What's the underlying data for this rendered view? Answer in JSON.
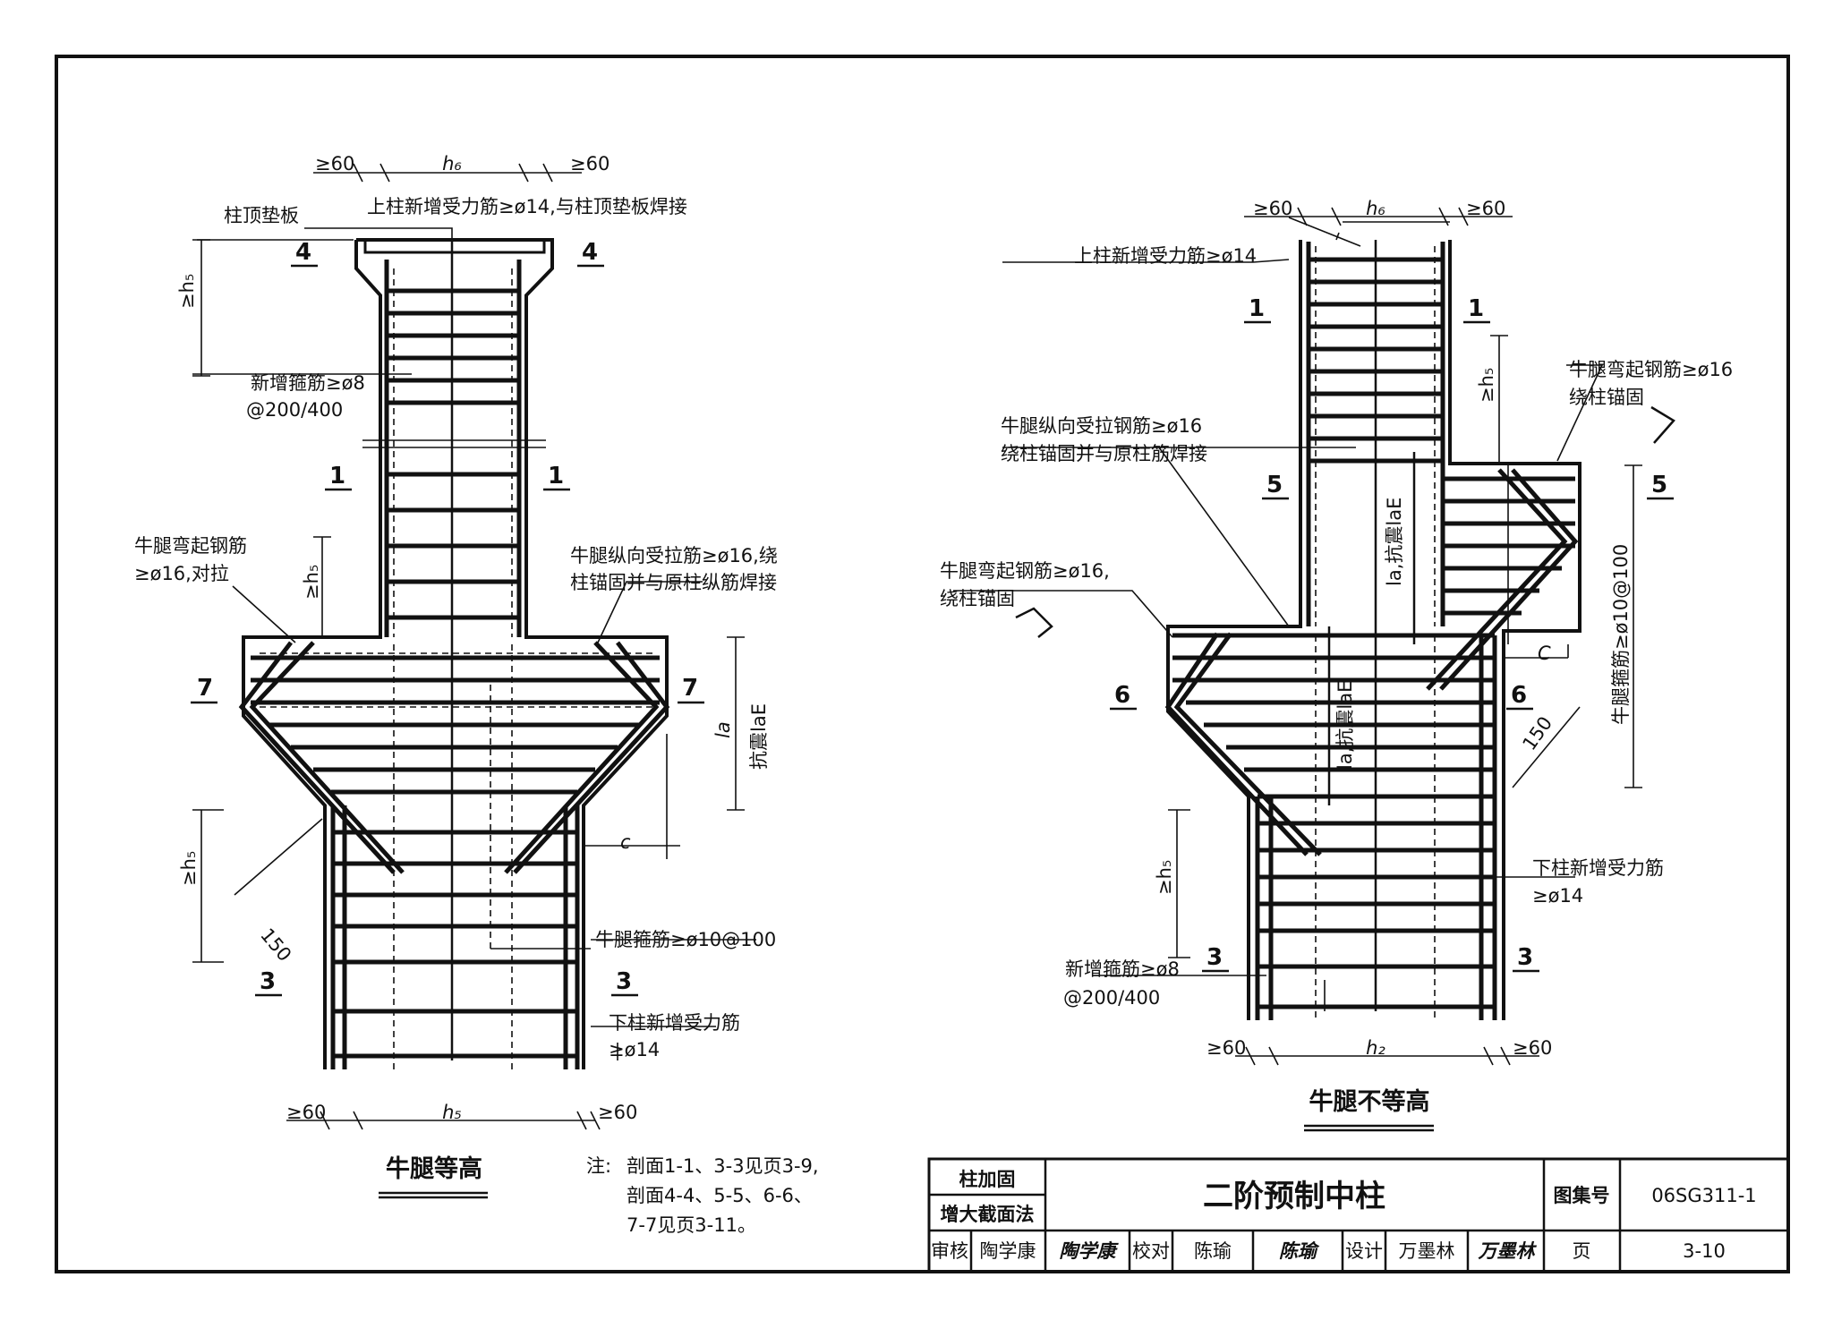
{
  "left": {
    "dim_top": [
      "≥60",
      "h₆",
      "≥60"
    ],
    "plate_label": "柱顶垫板",
    "upper_rebar": "上柱新增受力筋≥ø14,与柱顶垫板焊接",
    "stirrup_new": "新增箍筋≥ø8",
    "stirrup_spacing": "@200/400",
    "bent_bar_1": "牛腿弯起钢筋",
    "bent_bar_2": "≥ø16,对拉",
    "tension_bar_1": "牛腿纵向受拉筋≥ø16,绕",
    "tension_bar_2": "柱锚固并与原柱纵筋焊接",
    "corbel_stirrup": "牛腿箍筋≥ø10@100",
    "lower_rebar_1": "下柱新增受力筋",
    "lower_rebar_2": "≥ø14",
    "hs": "≥h₅",
    "la": "la",
    "la_seismic": "抗震laE",
    "c": "c",
    "dim150": "150",
    "dim_bottom": [
      "≥60",
      "h₅",
      "≥60"
    ],
    "sections": [
      "4",
      "4",
      "1",
      "1",
      "7",
      "7",
      "3",
      "3"
    ],
    "caption": "牛腿等高"
  },
  "right": {
    "dim_top": [
      "≥60",
      "h₆",
      "≥60"
    ],
    "upper_rebar": "上柱新增受力筋≥ø14",
    "tension_bar_1": "牛腿纵向受拉钢筋≥ø16",
    "tension_bar_2": "绕柱锚固并与原柱筋焊接",
    "bent_bar_right_1": "牛腿弯起钢筋≥ø16",
    "bent_bar_right_2": "绕柱锚固",
    "bent_bar_left_1": "牛腿弯起钢筋≥ø16,",
    "bent_bar_left_2": "绕柱锚固",
    "la_label": "la,抗震laE",
    "corbel_stirrup": "牛腿箍筋≥ø10@100",
    "c": "C",
    "dim150": "150",
    "hs": "≥h₅",
    "lower_rebar_1": "下柱新增受力筋",
    "lower_rebar_2": "≥ø14",
    "stirrup_new": "新增箍筋≥ø8",
    "stirrup_spacing": "@200/400",
    "dim_bottom": [
      "≥60",
      "h₂",
      "≥60"
    ],
    "sections": [
      "1",
      "1",
      "5",
      "5",
      "6",
      "6",
      "3",
      "3"
    ],
    "caption": "牛腿不等高"
  },
  "note": {
    "prefix": "注:",
    "lines": [
      "剖面1-1、3-3见页3-9,",
      "剖面4-4、5-5、6-6、",
      "7-7见页3-11。"
    ]
  },
  "title_block": {
    "category_1": "柱加固",
    "category_2": "增大截面法",
    "drawing_title": "二阶预制中柱",
    "atlas_label": "图集号",
    "atlas_no": "06SG311-1",
    "review_label": "审核",
    "reviewer": "陶学康",
    "reviewer_sig": "陶学康",
    "check_label": "校对",
    "checker": "陈瑜",
    "checker_sig": "陈瑜",
    "design_label": "设计",
    "designer": "万墨林",
    "designer_sig": "万墨林",
    "page_label": "页",
    "page_no": "3-10"
  }
}
